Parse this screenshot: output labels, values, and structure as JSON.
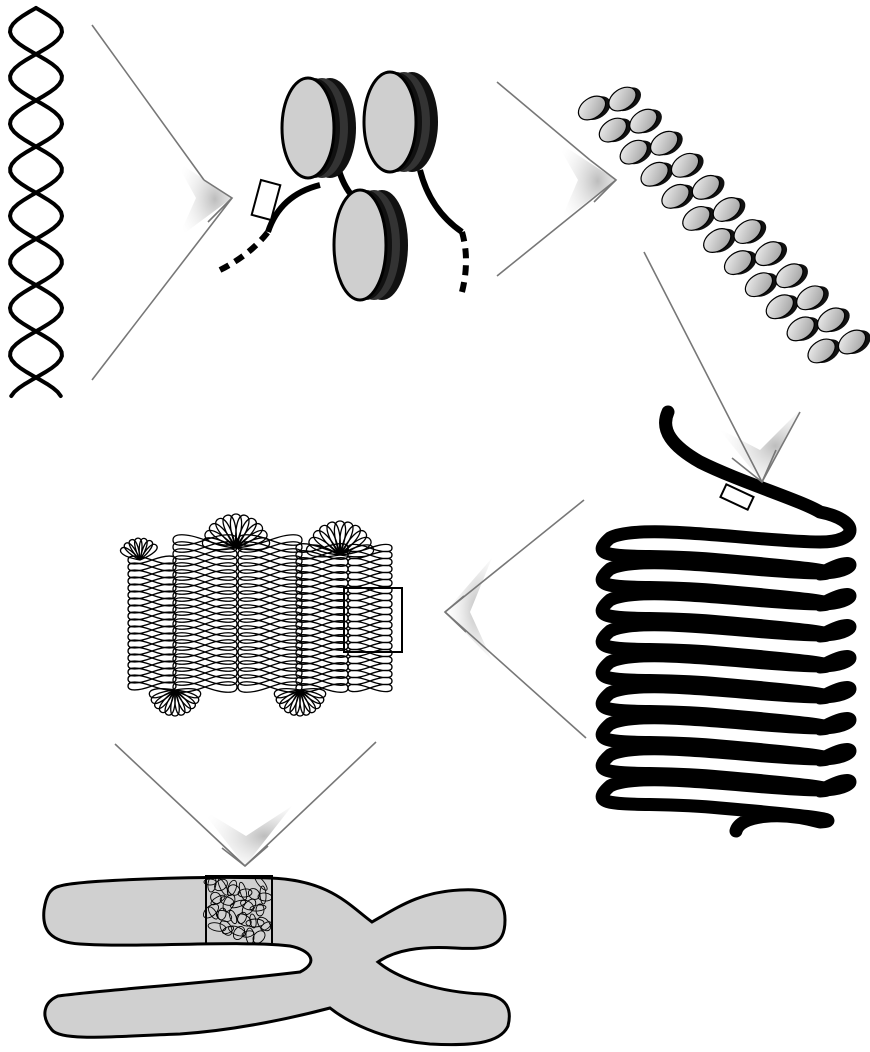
{
  "diagram": {
    "stages": [
      {
        "id": "double-helix",
        "icon": "dna-double-helix-icon"
      },
      {
        "id": "nucleosomes",
        "icon": "nucleosome-cluster-icon"
      },
      {
        "id": "nucleosome-fiber",
        "icon": "chromatin-fiber-icon"
      },
      {
        "id": "supercoiled-fiber",
        "icon": "coiled-fiber-icon"
      },
      {
        "id": "looped-domains",
        "icon": "looped-domains-icon"
      },
      {
        "id": "chromosome",
        "icon": "chromosome-icon"
      }
    ],
    "arrows": [
      {
        "from": "double-helix",
        "to": "nucleosomes"
      },
      {
        "from": "nucleosomes",
        "to": "nucleosome-fiber"
      },
      {
        "from": "nucleosome-fiber",
        "to": "supercoiled-fiber"
      },
      {
        "from": "supercoiled-fiber",
        "to": "looped-domains"
      },
      {
        "from": "looped-domains",
        "to": "chromosome"
      }
    ],
    "colors": {
      "stroke": "#000000",
      "histone_fill": "#cfcfcf",
      "chromosome_fill": "#d0d0d0",
      "arrow_gray": "#bdbdbd",
      "background": "#ffffff"
    }
  }
}
